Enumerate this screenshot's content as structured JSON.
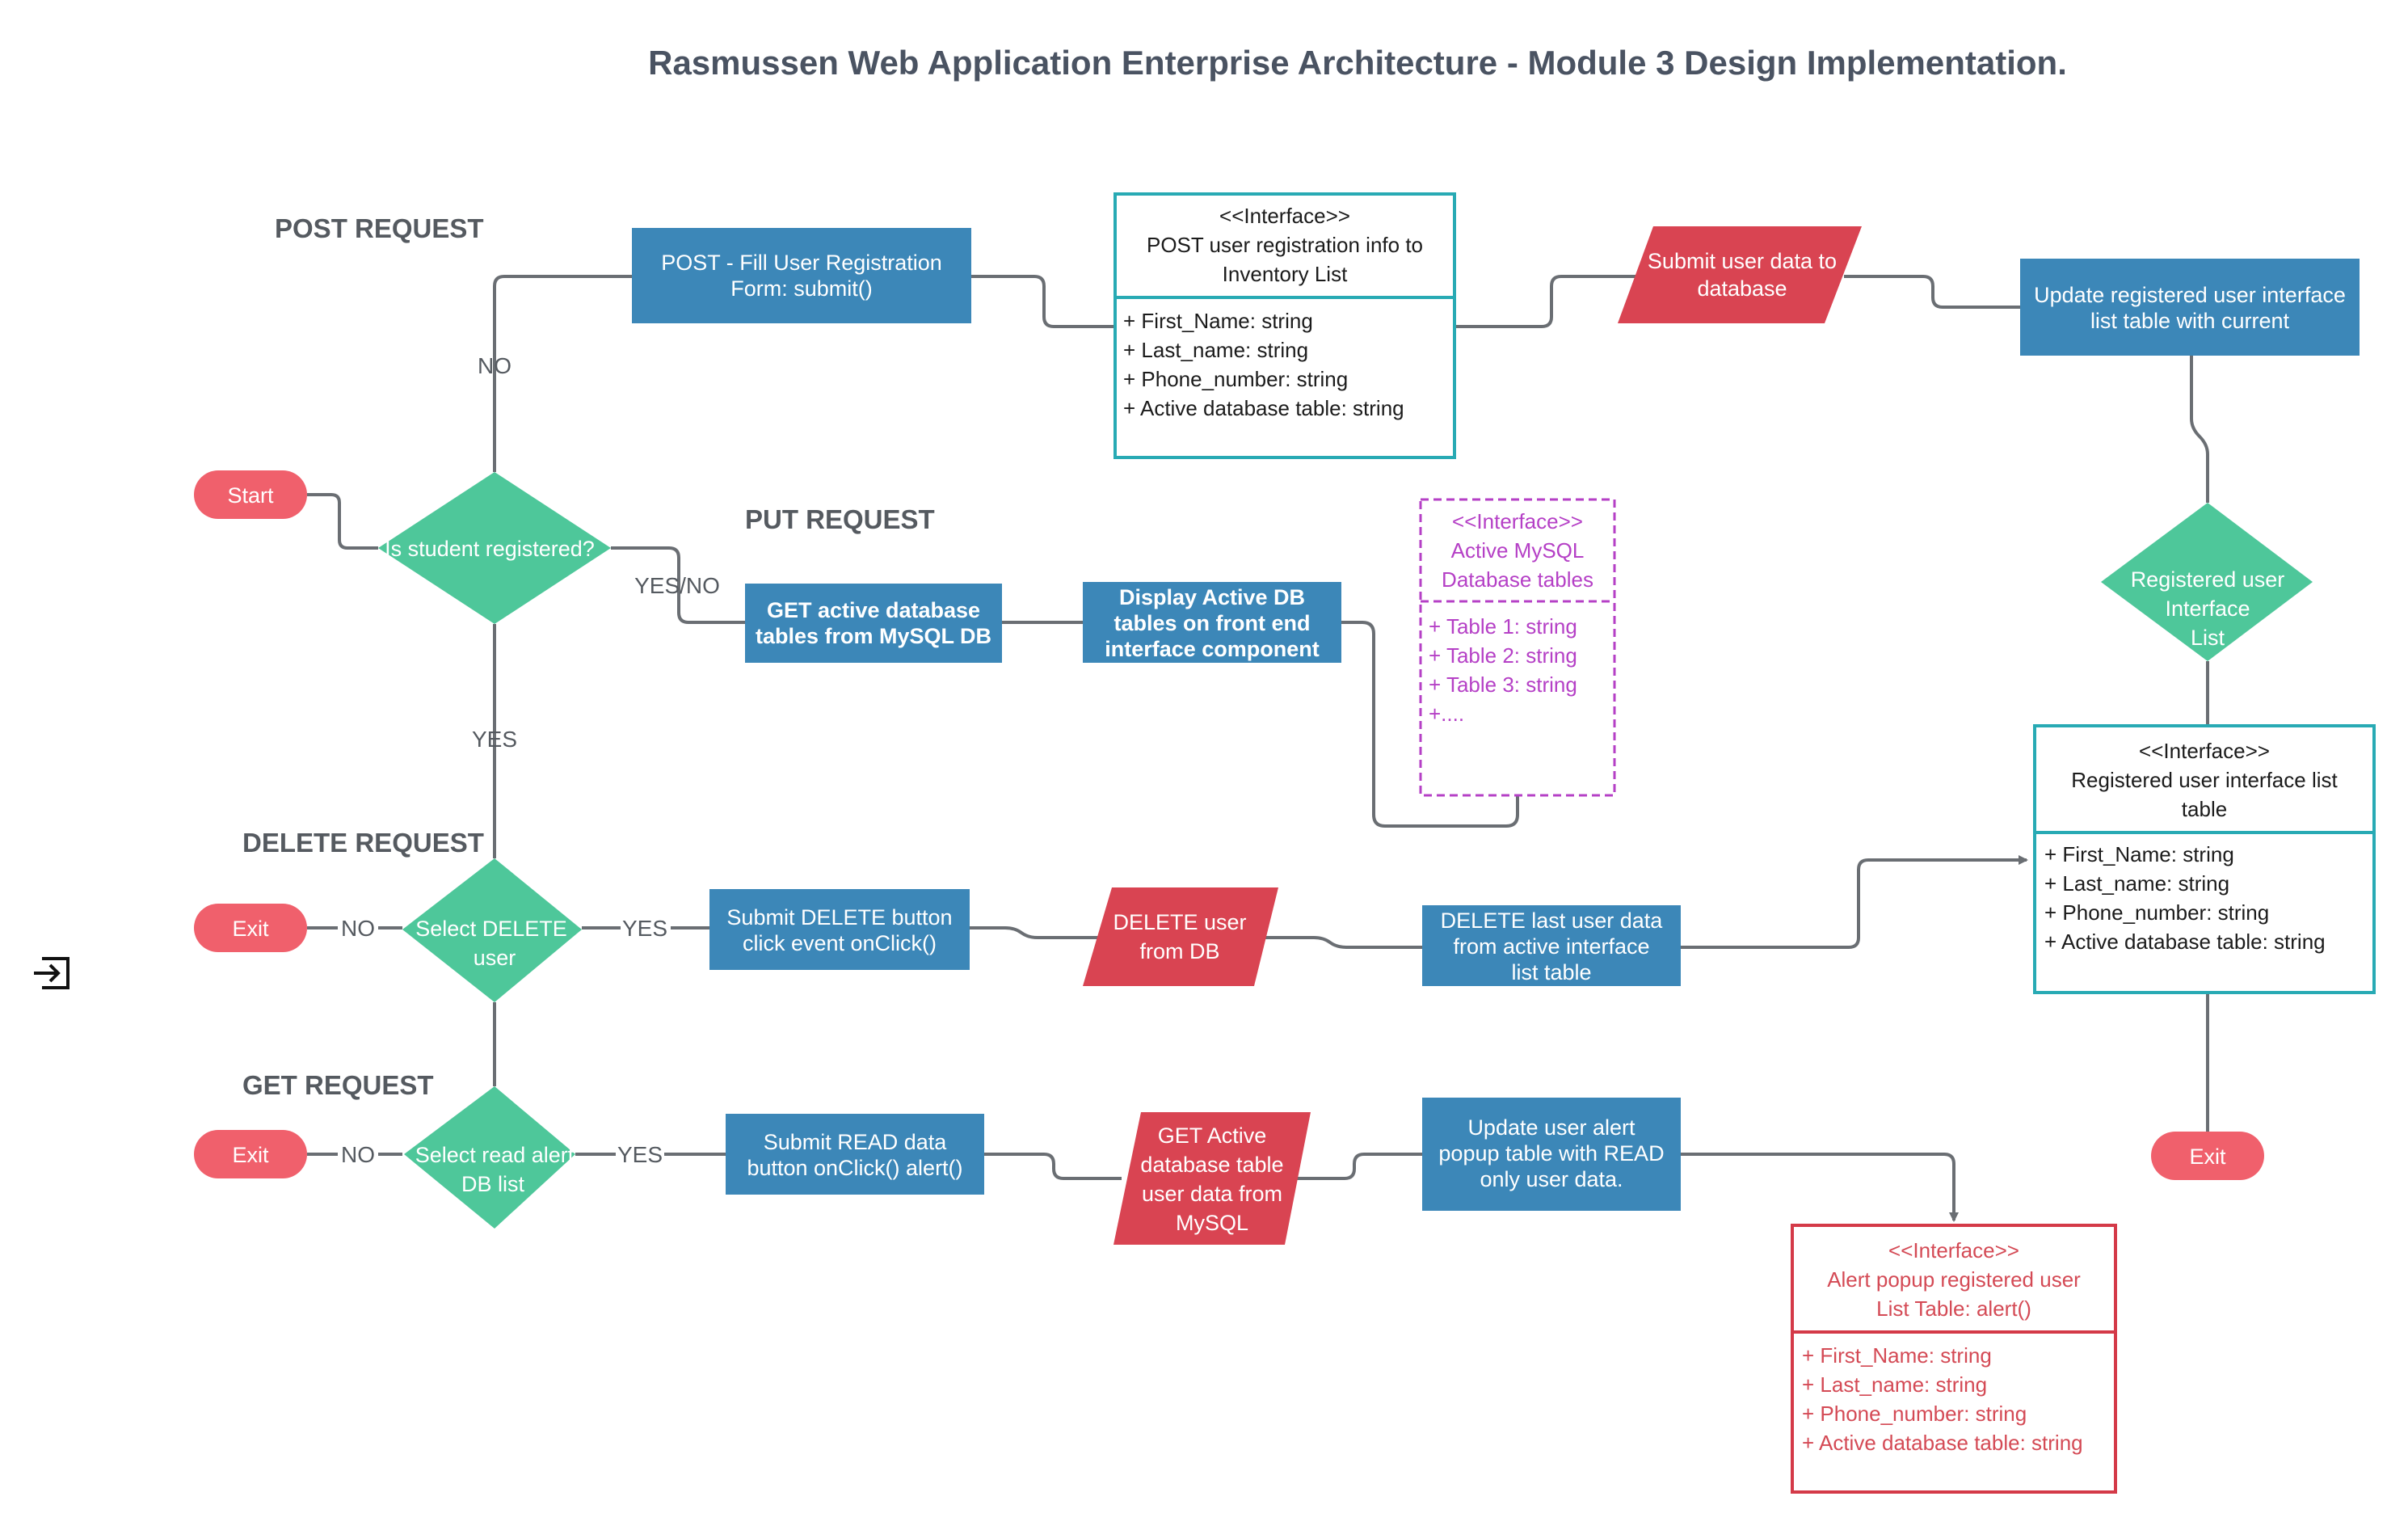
{
  "title": "Rasmussen Web Application Enterprise Architecture - Module 3 Design Implementation.",
  "sections": {
    "post": "POST REQUEST",
    "put": "PUT REQUEST",
    "delete": "DELETE REQUEST",
    "get": "GET REQUEST"
  },
  "terminals": {
    "start": "Start",
    "exit": "Exit"
  },
  "decisions": {
    "registered": "Is student registered?",
    "select_delete": [
      "Select DELETE",
      "user"
    ],
    "select_read": [
      "Select read alert",
      "DB list"
    ],
    "registered_list": [
      "Registered user",
      "Interface",
      "List"
    ]
  },
  "edge_labels": {
    "no": "NO",
    "yes": "YES",
    "yes_no": "YES/NO"
  },
  "processes": {
    "post_fill": [
      "POST - Fill User Registration",
      "Form: submit()"
    ],
    "update_registered": [
      "Update registered user interface",
      "list table with current"
    ],
    "get_active_tables": [
      "GET active database",
      "tables from MySQL DB"
    ],
    "display_tables": [
      "Display Active DB",
      "tables on front end",
      "interface component"
    ],
    "submit_delete": [
      "Submit DELETE button",
      "click event onClick()"
    ],
    "delete_last": [
      "DELETE  last user data",
      "from active interface",
      "list table"
    ],
    "submit_read": [
      "Submit READ data",
      "button onClick() alert()"
    ],
    "update_alert": [
      "Update  user alert",
      "popup table with READ",
      "only user data."
    ]
  },
  "data_nodes": {
    "submit_user": [
      "Submit user data to",
      "database"
    ],
    "delete_user": [
      "DELETE user",
      "from DB"
    ],
    "get_active": [
      "GET Active",
      "database table",
      "user data from",
      "MySQL"
    ]
  },
  "interfaces": {
    "post_info": {
      "header": [
        "<<Interface>>",
        "POST user registration info to",
        "Inventory List"
      ],
      "fields": [
        "+ First_Name: string",
        "+ Last_name: string",
        "+ Phone_number: string",
        "+ Active database table: string"
      ]
    },
    "mysql_tables": {
      "header": [
        "<<Interface>>",
        "Active MySQL",
        "Database tables"
      ],
      "fields": [
        "+ Table  1: string",
        "+ Table  2: string",
        "+ Table  3: string",
        "+...."
      ]
    },
    "registered_list": {
      "header": [
        "<<Interface>>",
        "Registered user interface list",
        "table"
      ],
      "fields": [
        "+ First_Name: string",
        "+ Last_name: string",
        "+ Phone_number: string",
        "+ Active database table: string"
      ]
    },
    "alert_popup": {
      "header": [
        "<<Interface>>",
        "Alert popup registered user",
        "List Table:  alert()"
      ],
      "fields": [
        "+ First_Name: string",
        "+ Last_name: string",
        "+ Phone_number: string",
        "+ Active database table: string"
      ]
    }
  },
  "side_icon": "sign-in-icon",
  "colors": {
    "process": "#3c87b8",
    "decision": "#4ec79a",
    "terminal": "#f0606c",
    "data": "#d94452",
    "interface": "#28aab4",
    "interface_purple": "#b540c6",
    "interface_red": "#d43a48",
    "line": "#6a6e73",
    "text_dark": "#4a5362"
  }
}
